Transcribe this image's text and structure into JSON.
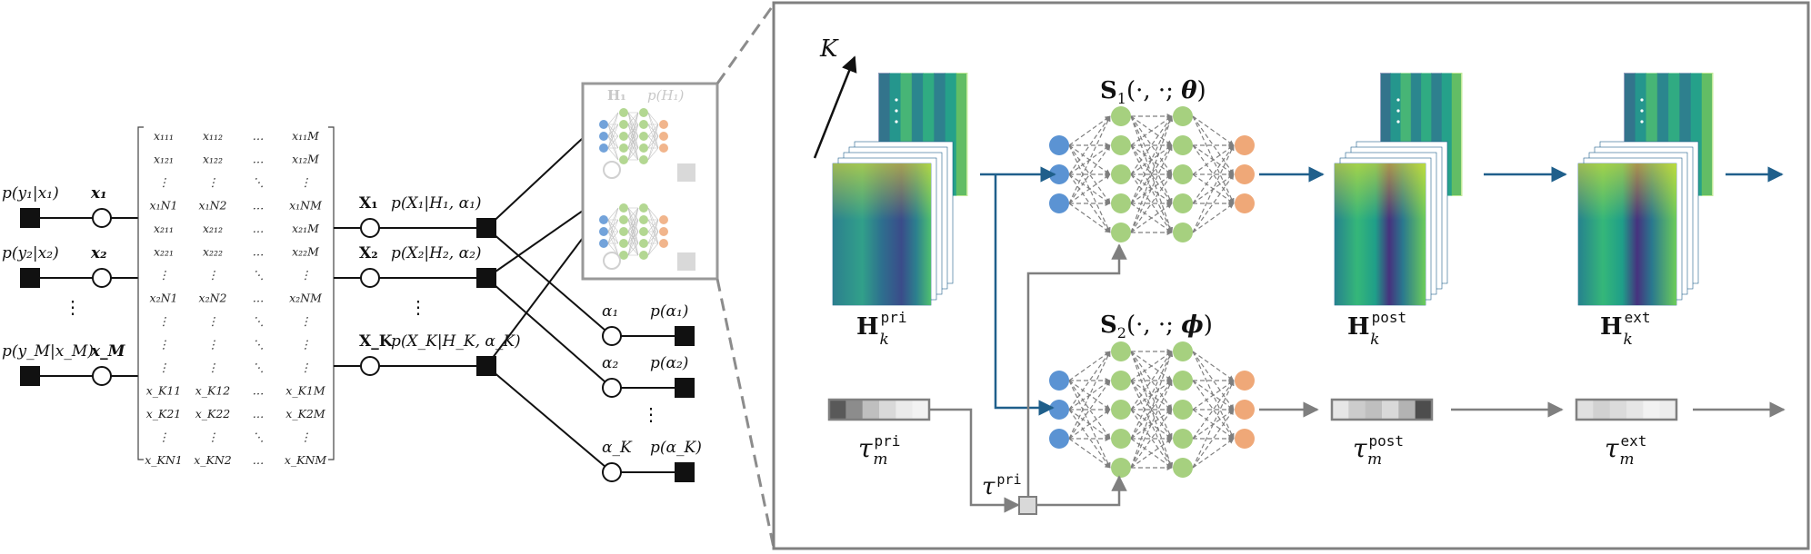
{
  "colors": {
    "input_node": "#5b93d3",
    "hidden_node": "#a6d07f",
    "output_node": "#efa878",
    "arrow_blue": "#1f5f8b",
    "arrow_gray": "#7f7f7f",
    "box_gray": "#8c8c8c"
  },
  "left_factor_graph": {
    "rows": [
      {
        "prior": "p(y₁|x₁)",
        "var": "x₁"
      },
      {
        "prior": "p(y₂|x₂)",
        "var": "x₂"
      },
      {
        "prior": "p(y_M|x_M)",
        "var": "x_M"
      }
    ],
    "vdots": "⋮"
  },
  "matrix": {
    "rows": [
      [
        "x₁₁₁",
        "x₁₁₂",
        "…",
        "x₁₁M"
      ],
      [
        "x₁₂₁",
        "x₁₂₂",
        "…",
        "x₁₂M"
      ],
      [
        "⋮",
        "⋮",
        "⋱",
        "⋮"
      ],
      [
        "x₁N1",
        "x₁N2",
        "…",
        "x₁NM"
      ],
      [
        "x₂₁₁",
        "x₂₁₂",
        "…",
        "x₂₁M"
      ],
      [
        "x₂₂₁",
        "x₂₂₂",
        "…",
        "x₂₂M"
      ],
      [
        "⋮",
        "⋮",
        "⋱",
        "⋮"
      ],
      [
        "x₂N1",
        "x₂N2",
        "…",
        "x₂NM"
      ],
      [
        "⋮",
        "⋮",
        "⋱",
        "⋮"
      ],
      [
        "⋮",
        "⋮",
        "⋱",
        "⋮"
      ],
      [
        "⋮",
        "⋮",
        "⋱",
        "⋮"
      ],
      [
        "x_K11",
        "x_K12",
        "…",
        "x_K1M"
      ],
      [
        "x_K21",
        "x_K22",
        "…",
        "x_K2M"
      ],
      [
        "⋮",
        "⋮",
        "⋱",
        "⋮"
      ],
      [
        "x_KN1",
        "x_KN2",
        "…",
        "x_KNM"
      ]
    ]
  },
  "mid_graph": {
    "vars": [
      "X₁",
      "X₂",
      "X_K"
    ],
    "factors": [
      "p(X₁|H₁, α₁)",
      "p(X₂|H₂, α₂)",
      "p(X_K|H_K, α_K)"
    ],
    "vdots": "⋮"
  },
  "alpha_graph": {
    "vars": [
      "α₁",
      "α₂",
      "α_K"
    ],
    "priors": [
      "p(α₁)",
      "p(α₂)",
      "p(α_K)"
    ],
    "vdots": "⋮"
  },
  "thumbnail": {
    "labels": [
      "H₁",
      "p(H₁)"
    ]
  },
  "zoom": {
    "k_axis_label": "K",
    "S1": {
      "main": "S",
      "sub": "1",
      "args": "(·, ·; ",
      "param": "θ",
      "close": ")"
    },
    "S2": {
      "main": "S",
      "sub": "2",
      "args": "(·, ·; ",
      "param": "ϕ",
      "close": ")"
    },
    "H_pri": {
      "main": "H",
      "sub": "k",
      "sup": "pri"
    },
    "H_post": {
      "main": "H",
      "sub": "k",
      "sup": "post"
    },
    "H_ext": {
      "main": "H",
      "sub": "k",
      "sup": "ext"
    },
    "tau_pri": {
      "main": "τ",
      "sub": "m",
      "sup": "pri"
    },
    "tau_post": {
      "main": "τ",
      "sub": "m",
      "sup": "post"
    },
    "tau_ext": {
      "main": "τ",
      "sub": "m",
      "sup": "ext"
    },
    "tau_small": {
      "main": "τ",
      "sup": "pri"
    },
    "tau_pri_cells": [
      0.35,
      0.55,
      0.75,
      0.85,
      0.92,
      0.95
    ],
    "tau_post_cells": [
      0.9,
      0.8,
      0.75,
      0.85,
      0.7,
      0.3
    ],
    "tau_ext_cells": [
      0.88,
      0.82,
      0.86,
      0.9,
      0.95,
      0.93
    ]
  }
}
